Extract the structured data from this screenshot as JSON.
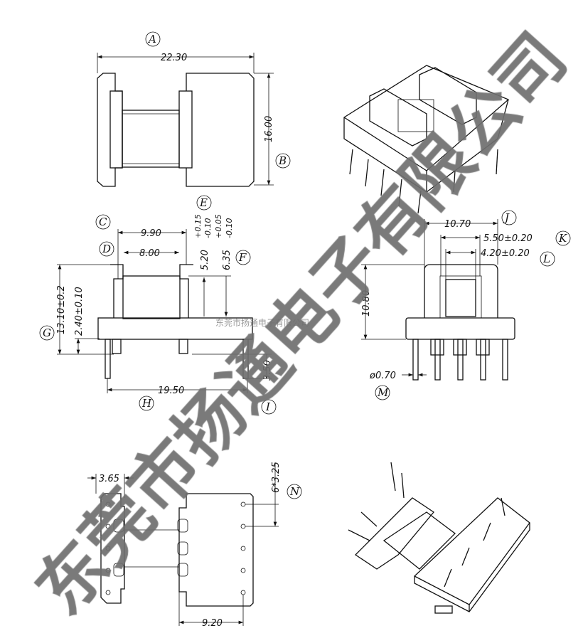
{
  "labels": {
    "A": "A",
    "B": "B",
    "C": "C",
    "D": "D",
    "E": "E",
    "F": "F",
    "G": "G",
    "H": "H",
    "I": "I",
    "J": "J",
    "K": "K",
    "L": "L",
    "M": "M",
    "N": "N"
  },
  "dimensions": {
    "top_width": "22.30",
    "top_height": "16.00",
    "flange_outer": "9.90",
    "flange_inner": "8.00",
    "e_nominal": "5.20",
    "e_tol_plus": "+0.15",
    "e_tol_minus": "-0.10",
    "f_nominal": "6.35",
    "f_tol_plus": "+0.05",
    "f_tol_minus": "-0.10",
    "total_height": "13.10±0.2",
    "base_height": "2.40±0.10",
    "pin_span": "19.50",
    "pin_length": "3.50",
    "front_width": "10.70",
    "core_outer": "5.50±0.20",
    "core_inner": "4.20±0.20",
    "front_height": "10.80",
    "pin_diameter": "ø0.70",
    "bottom_offset": "3.65",
    "pin_pitch": "6*3.25",
    "bottom_width": "9.20"
  },
  "watermark": {
    "large": "东莞市扬通电子有限公司",
    "small": "东莞市扬通电子有限公司"
  }
}
